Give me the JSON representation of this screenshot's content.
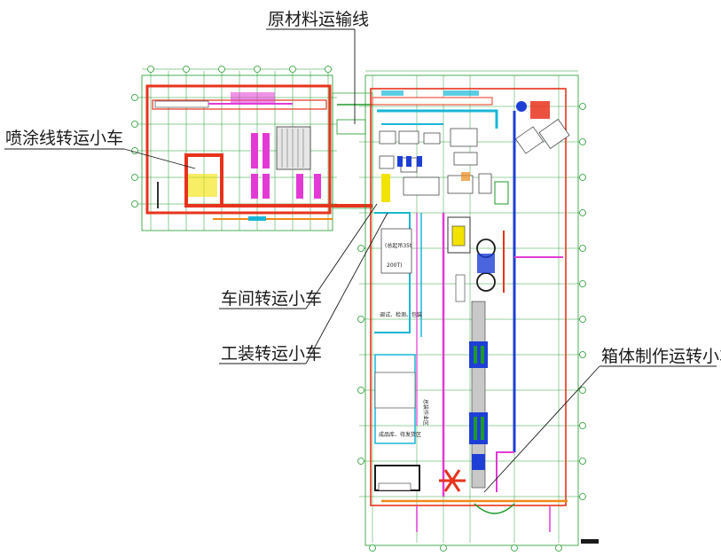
{
  "callouts": {
    "raw_material_line": "原材料运输线",
    "spray_line_cart": "喷涂线转运小车",
    "workshop_cart": "车间转运小车",
    "tooling_cart": "工装转运小车",
    "box_transfer_cart": "箱体制作运转小车"
  },
  "zones": {
    "capacity_note_1": "(总起吊35t",
    "capacity_note_2": "200T)",
    "test_area": "调试、检测、包装",
    "storage_area": "成品库、待发货区",
    "assembly_area": "总装作业区"
  },
  "colors": {
    "wall": "#e8331c",
    "route_blue": "#1d3fd6",
    "pipe_magenta": "#e33ad6",
    "grid_green": "#1e9a2a",
    "cyan": "#19b6d6",
    "crane_orange": "#f08a18",
    "yellow": "#f2e200"
  }
}
